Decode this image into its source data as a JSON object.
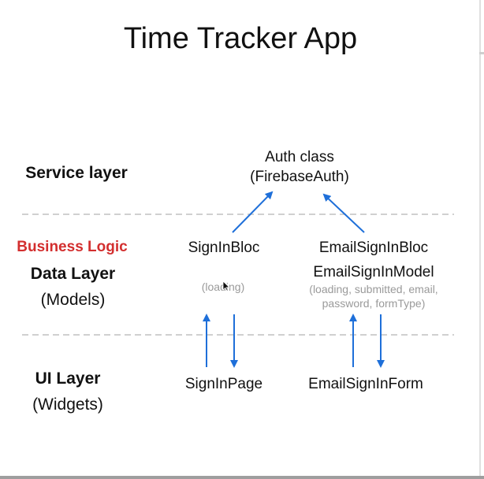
{
  "title": "Time Tracker App",
  "layers": {
    "service": "Service layer",
    "business_logic": "Business Logic",
    "data_layer": "Data Layer",
    "models": "(Models)",
    "ui_layer": "UI Layer",
    "widgets": "(Widgets)"
  },
  "nodes": {
    "auth_class": "Auth class",
    "firebase_auth": "(FirebaseAuth)",
    "sign_in_bloc": "SignInBloc",
    "email_sign_in_bloc": "EmailSignInBloc",
    "loading": "(loading)",
    "email_sign_in_model": "EmailSignInModel",
    "model_fields_line1": "(loading, submitted, email,",
    "model_fields_line2": "password, formType)",
    "sign_in_page": "SignInPage",
    "email_sign_in_form": "EmailSignInForm"
  },
  "colors": {
    "accent_red": "#d32f2f",
    "arrow_blue": "#1e6fd9",
    "muted_gray": "#9a9a9a",
    "divider": "#b5b5b5"
  },
  "icons": {
    "cursor": "mouse-pointer-icon"
  }
}
